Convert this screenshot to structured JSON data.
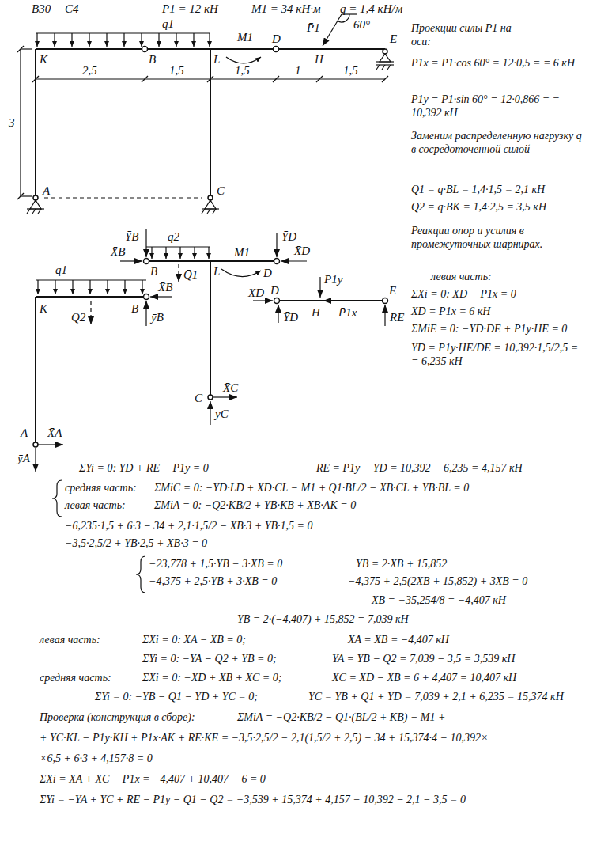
{
  "diagram": {
    "labels": [
      "В30",
      "С4",
      "P1 = 12 кН",
      "M1 = 34 кН·м",
      "q = 1,4 кН/м",
      "q1",
      "K",
      "B",
      "L",
      "M1",
      "D",
      "P̄1",
      "60°",
      "H",
      "E",
      "3",
      "2,5",
      "1,5",
      "1,5",
      "1",
      "1,5",
      "A",
      "C",
      "Проекции силы P1 на оси:",
      "P1x = P1·cos 60° = 12·0,5 = = 6 кН",
      "P1y = P1·sin 60° = 12·0,866 = = 10,392 кН",
      "Заменим распределенную нагрузку q в сосредоточенной силой",
      "Q1 = q·BL = 1,4·1,5 = 2,1 кН",
      "Q2 = q·BK = 1,4·2,5 = 3,5 кН",
      "Реакции опор и усилия в промежуточных шарнирах.",
      "левая часть:",
      "ΣXi = 0: XD − P1x = 0",
      "XD = P1x = 6 кН",
      "ΣMiE = 0: −YD·DE + P1y·HE = 0",
      "YD = P1y·HE/DE = 10,392·1,5/2,5 = = 6,235 кН",
      "ȲB",
      "X̄B",
      "B",
      "q2",
      "Q̄1",
      "L",
      "M1",
      "ȲD",
      "X̄D",
      "D",
      "X̄B",
      "D",
      "XD",
      "ȲD",
      "P̄1y",
      "H",
      "P̄1x",
      "R̄E",
      "E",
      "q1",
      "K",
      "Q̄2",
      "B",
      "ȳB",
      "C",
      "X̄C",
      "ȳC",
      "A",
      "X̄A",
      "ȳA",
      "ΣYi = 0: YD + RE − P1y = 0",
      "RE = P1y − YD = 10,392 − 6,235 = 4,157 кН",
      "средняя часть:",
      "ΣMiC = 0: −YD·LD + XD·CL − M1 + Q1·BL/2 − XB·CL + YB·BL = 0",
      "левая часть:",
      "ΣMiA = 0: −Q2·KB/2 + YB·KB + XB·AK = 0",
      "−6,235·1,5 + 6·3 − 34 + 2,1·1,5/2 − XB·3 + YB·1,5 = 0",
      "−3,5·2,5/2 + YB·2,5 + XB·3 = 0",
      "−23,778 + 1,5·YB − 3·XB = 0",
      "YB = 2·XB + 15,852",
      "−4,375 + 2,5·YB + 3·XB = 0",
      "−4,375 + 2,5(2XB + 15,852) + 3XB = 0",
      "XB = −35,254/8 = −4,407 кН",
      "YB = 2·(−4,407) + 15,852 = 7,039 кН",
      "левая часть:",
      "ΣXi = 0: XA − XB = 0;",
      "XA = XB = −4,407 кН",
      "ΣYi = 0: −YA − Q2 + YB = 0;",
      "YA = YB − Q2 = 7,039 − 3,5 = 3,539 кН",
      "средняя часть:",
      "ΣXi = 0: −XD + XB + XC = 0;",
      "XC = XD − XB = 6 + 4,407 = 10,407 кН",
      "ΣYi = 0: −YB − Q1 − YD + YC = 0;",
      "YC = YB + Q1 + YD = 7,039 + 2,1 + 6,235 = 15,374 кН",
      "Проверка (конструкция в сборе):",
      "ΣMiA = −Q2·KB/2 − Q1·(BL/2 + KB) − M1 +",
      "+ YC·KL − P1y·KH + P1x·AK + RE·KE = −3,5·2,5/2 − 2,1(1,5/2 + 2,5) − 34 + 15,374·4 − 10,392×",
      "×6,5 + 6·3 + 4,157·8 = 0",
      "ΣXi = XA + XC − P1x = −4,407 + 10,407 − 6 = 0",
      "ΣYi = −YA + YC + RE − P1y − Q1 − Q2 = −3,539 + 15,374 + 4,157 − 10,392 − 2,1 − 3,5 = 0"
    ]
  }
}
